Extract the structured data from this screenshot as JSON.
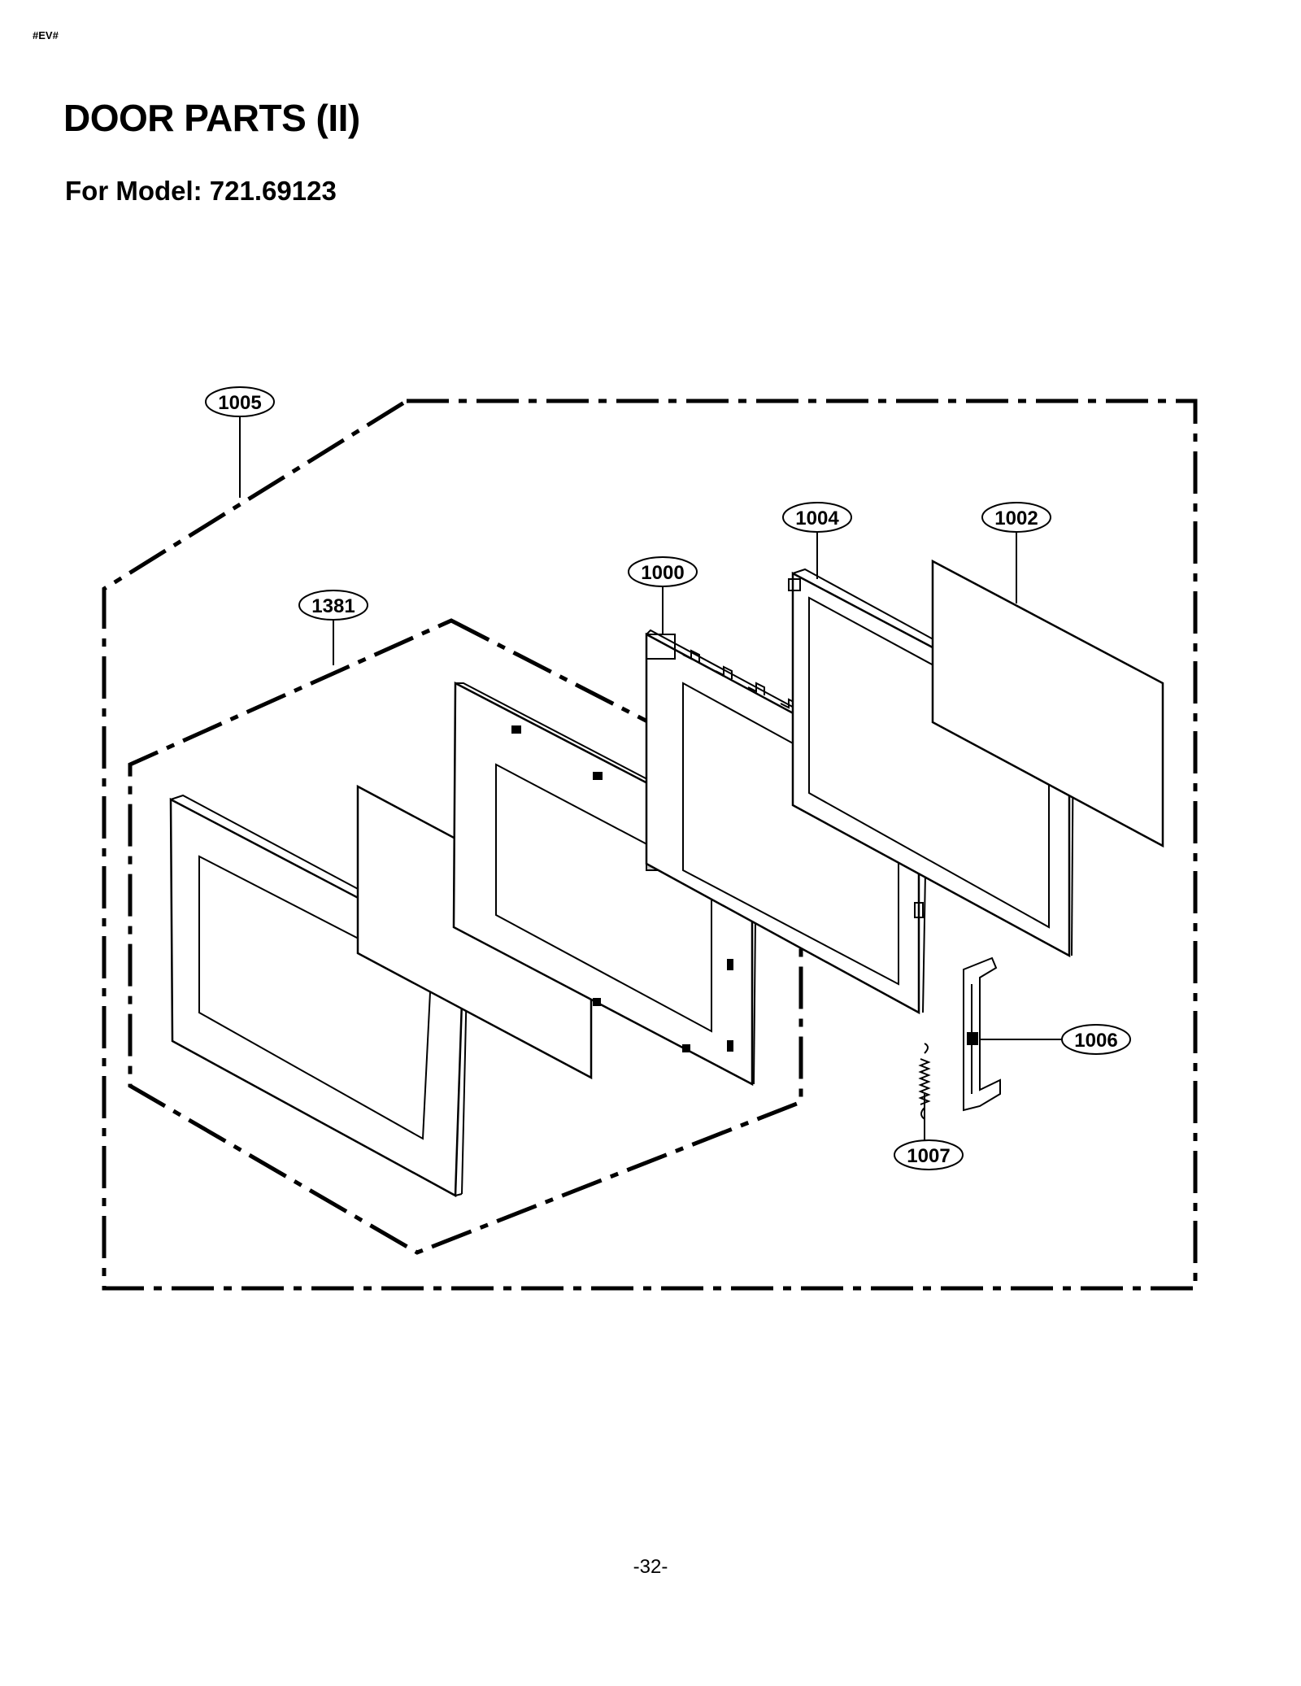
{
  "header": {
    "tag": "#EV#",
    "title": "DOOR PARTS (II)",
    "subtitle": "For Model: 721.69123"
  },
  "callouts": [
    {
      "id": "1005",
      "label": "1005"
    },
    {
      "id": "1004",
      "label": "1004"
    },
    {
      "id": "1002",
      "label": "1002"
    },
    {
      "id": "1000",
      "label": "1000"
    },
    {
      "id": "1381",
      "label": "1381"
    },
    {
      "id": "1006",
      "label": "1006"
    },
    {
      "id": "1007",
      "label": "1007"
    }
  ],
  "footer": {
    "page_number": "-32-"
  }
}
